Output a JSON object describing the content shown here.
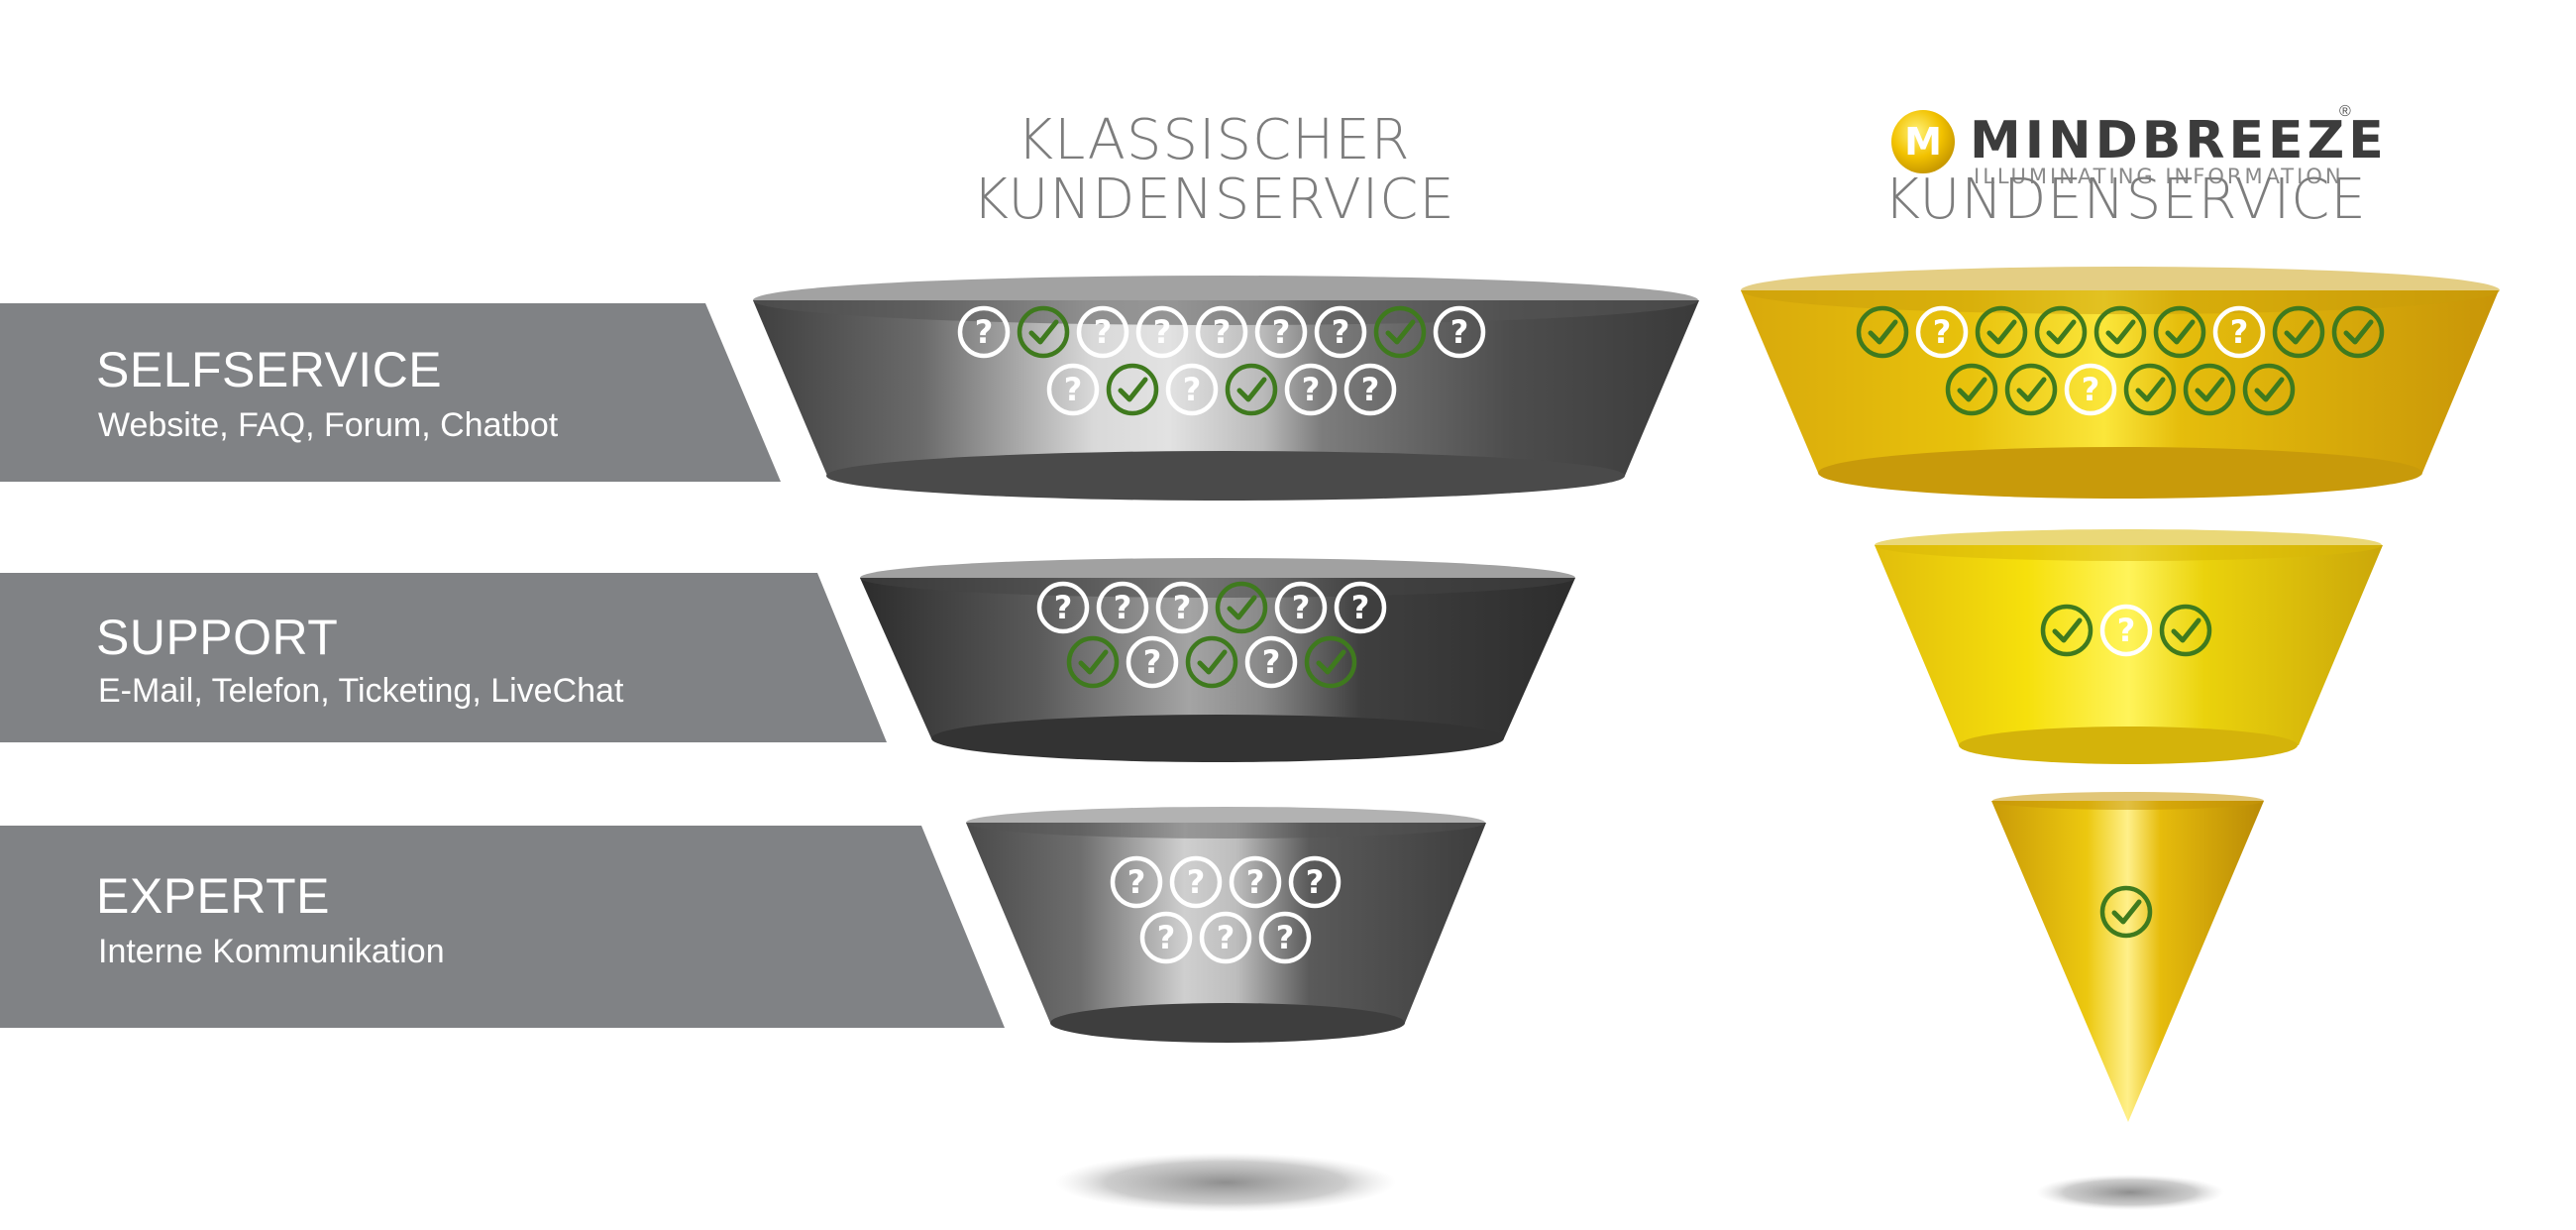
{
  "headings": {
    "classic": [
      "KLASSISCHER",
      "KUNDENSERVICE"
    ],
    "mindbreeze": "KUNDENSERVICE"
  },
  "brand": {
    "name": "MINDBREEZE",
    "tagline": "ILLUMINATING INFORMATION",
    "registered": "®",
    "logo_letter": "M"
  },
  "tiers": [
    {
      "title": "SELFSERVICE",
      "subtitle": "Website, FAQ, Forum, Chatbot"
    },
    {
      "title": "SUPPORT",
      "subtitle": "E-Mail, Telefon, Ticketing, LiveChat"
    },
    {
      "title": "EXPERTE",
      "subtitle": "Interne Kommunikation"
    }
  ],
  "classic_funnel": [
    {
      "rows": [
        [
          "q",
          "c",
          "q",
          "q",
          "q",
          "q",
          "q",
          "c",
          "q"
        ],
        [
          "q",
          "c",
          "q",
          "c",
          "q",
          "q"
        ]
      ]
    },
    {
      "rows": [
        [
          "q",
          "q",
          "q",
          "c",
          "q",
          "q"
        ],
        [
          "c",
          "q",
          "c",
          "q",
          "c"
        ]
      ]
    },
    {
      "rows": [
        [
          "q",
          "q",
          "q",
          "q"
        ],
        [
          "q",
          "q",
          "q"
        ]
      ]
    }
  ],
  "mindbreeze_funnel": [
    {
      "rows": [
        [
          "c",
          "q",
          "c",
          "c",
          "c",
          "c",
          "q",
          "c",
          "c"
        ],
        [
          "c",
          "c",
          "q",
          "c",
          "c",
          "c"
        ]
      ]
    },
    {
      "rows": [
        [
          "c",
          "q",
          "c"
        ]
      ]
    },
    {
      "rows": [
        [
          "c"
        ]
      ]
    }
  ],
  "icon_legend": {
    "q": "question-icon",
    "c": "check-icon"
  },
  "colors": {
    "band": "#808285",
    "check": "#3f7a1e",
    "classic_dark": "#3a3a3a",
    "classic_light": "#d8d8d8",
    "gold": "#e3b90f",
    "gold_light": "#fff04a"
  }
}
